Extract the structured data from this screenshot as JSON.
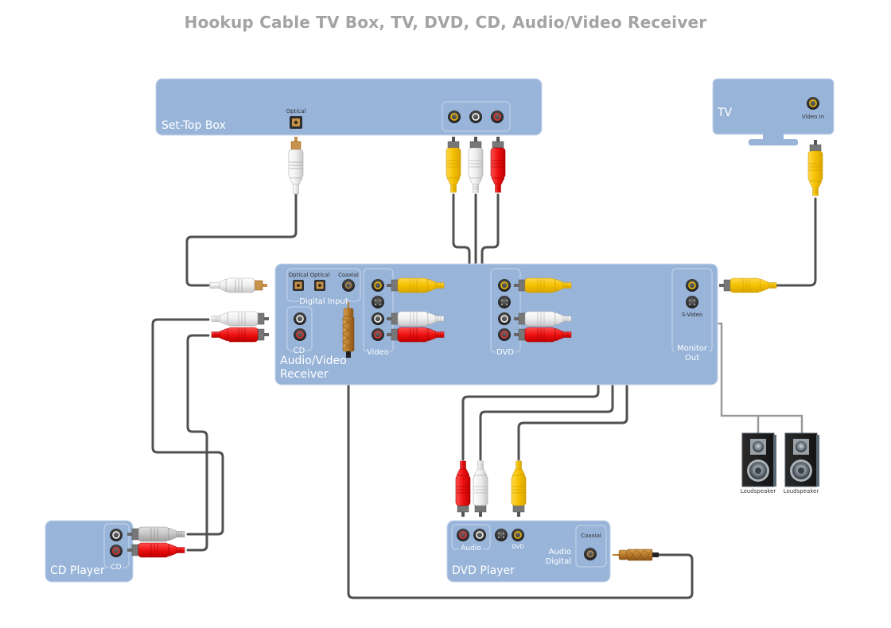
{
  "title": "Hookup Cable TV Box, TV, DVD, CD, Audio/Video Receiver",
  "colors": {
    "device": "#98b4d9",
    "device_stroke": "#c7d6ea",
    "cable": "#505050",
    "speaker_cable": "#9a9a9a",
    "yellow": "#f5c000",
    "white": "#e8e8e8",
    "red": "#ee1111",
    "coax_gold": "#b87a2a",
    "title": "#a3a3a3"
  },
  "devices": {
    "set_top_box": {
      "label": "Set-Top Box",
      "optical_label": "Optical"
    },
    "tv": {
      "label": "TV",
      "video_in_label": "Video In"
    },
    "receiver": {
      "label_line1": "Audio/Video",
      "label_line2": "Receiver",
      "optical1_label": "Optical",
      "optical2_label": "Optical",
      "coaxial_label": "Coaxial",
      "digital_input_label": "Digital Input",
      "cd_label": "CD",
      "video_label": "Video",
      "dvd_label": "DVD",
      "svideo_label": "S-Video",
      "monitor_out_line1": "Monitor",
      "monitor_out_line2": "Out"
    },
    "cd_player": {
      "label": "CD Player",
      "cd_label": "CD"
    },
    "dvd_player": {
      "label": "DVD Player",
      "audio_label": "Audio",
      "dvd_label": "DVD",
      "audio_digital_line1": "Audio",
      "audio_digital_line2": "Digital",
      "coaxial_label": "Coaxial"
    },
    "loudspeakers": [
      {
        "label": "Loudspeaker"
      },
      {
        "label": "Loudspeaker"
      }
    ]
  },
  "connections": [
    {
      "from": "Set-Top Box Optical",
      "to": "Receiver Optical (left side)",
      "type": "optical"
    },
    {
      "from": "Set-Top Box Video (yellow)",
      "to": "Receiver Video In (yellow)",
      "type": "rca-yellow"
    },
    {
      "from": "Set-Top Box Audio L (white)",
      "to": "Receiver Video Audio L (white)",
      "type": "rca-white"
    },
    {
      "from": "Set-Top Box Audio R (red)",
      "to": "Receiver Video Audio R (red)",
      "type": "rca-red"
    },
    {
      "from": "Receiver Monitor Out",
      "to": "TV Video In",
      "type": "rca-yellow"
    },
    {
      "from": "Receiver CD (white)",
      "to": "CD Player (white)",
      "type": "rca-white"
    },
    {
      "from": "Receiver CD (red)",
      "to": "CD Player (red)",
      "type": "rca-red"
    },
    {
      "from": "Receiver DVD Video (yellow)",
      "to": "DVD Player DVD (yellow)",
      "type": "rca-yellow"
    },
    {
      "from": "Receiver DVD Audio (white)",
      "to": "DVD Player Audio (white)",
      "type": "rca-white"
    },
    {
      "from": "Receiver DVD Audio (red)",
      "to": "DVD Player Audio (red)",
      "type": "rca-red"
    },
    {
      "from": "Receiver Coaxial Digital Input",
      "to": "DVD Player Audio Digital Coaxial",
      "type": "coaxial"
    },
    {
      "from": "Receiver",
      "to": "Loudspeakers",
      "type": "speaker-wire"
    }
  ]
}
